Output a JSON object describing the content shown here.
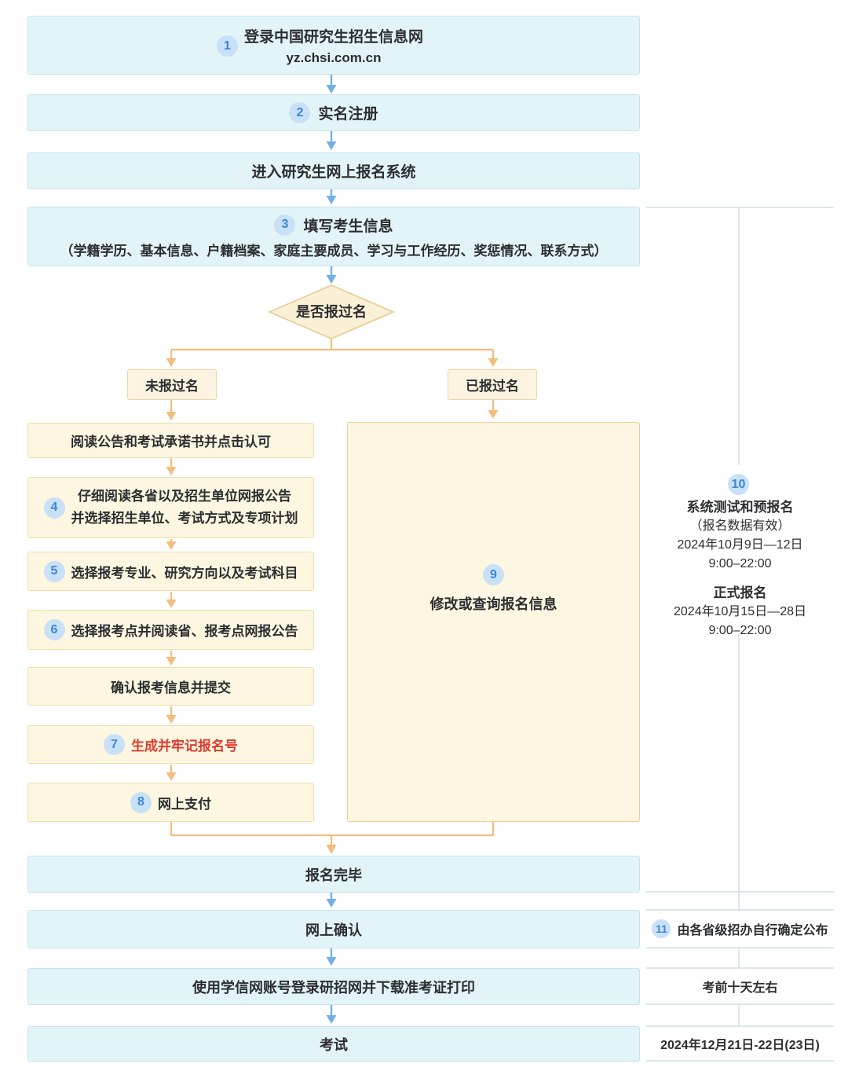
{
  "flow": {
    "step1": {
      "num": "1",
      "label": "登录中国研究生招生信息网",
      "url": "yz.chsi.com.cn"
    },
    "step2": {
      "num": "2",
      "label": "实名注册"
    },
    "step_enter": {
      "label": "进入研究生网上报名系统"
    },
    "step3": {
      "num": "3",
      "label": "填写考生信息",
      "detail": "（学籍学历、基本信息、户籍档案、家庭主要成员、学习与工作经历、奖惩情况、联系方式）"
    },
    "decision": {
      "label": "是否报过名"
    },
    "branch_no": {
      "label": "未报过名"
    },
    "branch_yes": {
      "label": "已报过名"
    },
    "left_steps": [
      {
        "label": "阅读公告和考试承诺书并点击认可"
      },
      {
        "num": "4",
        "line1": "仔细阅读各省以及招生单位网报公告",
        "line2": "并选择招生单位、考试方式及专项计划"
      },
      {
        "num": "5",
        "label": "选择报考专业、研究方向以及考试科目"
      },
      {
        "num": "6",
        "label": "选择报考点并阅读省、报考点网报公告"
      },
      {
        "label": "确认报考信息并提交"
      },
      {
        "num": "7",
        "label": "生成并牢记报名号"
      },
      {
        "num": "8",
        "label": "网上支付"
      }
    ],
    "step9": {
      "num": "9",
      "label": "修改或查询报名信息"
    },
    "step_done": {
      "label": "报名完毕"
    },
    "step_confirm": {
      "label": "网上确认"
    },
    "step_download": {
      "label": "使用学信网账号登录研招网并下载准考证打印"
    },
    "step_exam": {
      "label": "考试"
    }
  },
  "sidebar": {
    "step10": {
      "num": "10",
      "title1": "系统测试和预报名",
      "note": "（报名数据有效）",
      "date1": "2024年10月9日—12日",
      "time1": "9:00–22:00",
      "title2": "正式报名",
      "date2": "2024年10月15日—28日",
      "time2": "9:00–22:00"
    },
    "step11": {
      "num": "11",
      "label": "由各省级招办自行确定公布"
    },
    "row_confirm_time": {
      "label": "考前十天左右"
    },
    "row_exam_date": {
      "label": "2024年12月21日-22日(23日)"
    }
  },
  "colors": {
    "blue_box_bg": "#e3f4f8",
    "blue_box_border": "#c3e3ee",
    "yellow_box_bg": "#fdf6e1",
    "yellow_box_border": "#f0ddab",
    "big_box_border": "#f2cc94",
    "diamond_bg": "#faf0d5",
    "diamond_border": "#e8c98e",
    "badge_bg": "#c9e1f7",
    "badge_text": "#3c87d3",
    "arrow_blue": "#73afe5",
    "arrow_orange": "#f3bd7d",
    "red_text": "#de3a2d",
    "sidebar_line": "#cfdfe6"
  }
}
